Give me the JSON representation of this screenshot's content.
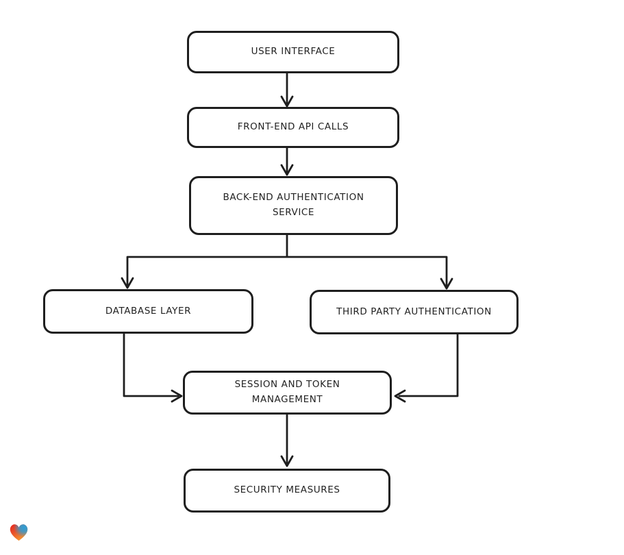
{
  "diagram": {
    "type": "flowchart",
    "nodes": {
      "user_interface": {
        "label": "USER INTERFACE"
      },
      "front_end_api_calls": {
        "label": "FRONT-END API CALLS"
      },
      "back_end_authentication_service": {
        "label": "BACK-END AUTHENTICATION SERVICE"
      },
      "database_layer": {
        "label": "DATABASE LAYER"
      },
      "third_party_authentication": {
        "label": "THIRD PARTY AUTHENTICATION"
      },
      "session_and_token_management": {
        "label": "SESSION AND TOKEN MANAGEMENT"
      },
      "security_measures": {
        "label": "SECURITY MEASURES"
      }
    },
    "edges": [
      {
        "from": "USER INTERFACE",
        "to": "FRONT-END API CALLS"
      },
      {
        "from": "FRONT-END API CALLS",
        "to": "BACK-END AUTHENTICATION SERVICE"
      },
      {
        "from": "BACK-END AUTHENTICATION SERVICE",
        "to": "DATABASE LAYER"
      },
      {
        "from": "BACK-END AUTHENTICATION SERVICE",
        "to": "THIRD PARTY AUTHENTICATION"
      },
      {
        "from": "DATABASE LAYER",
        "to": "SESSION AND TOKEN MANAGEMENT"
      },
      {
        "from": "THIRD PARTY AUTHENTICATION",
        "to": "SESSION AND TOKEN MANAGEMENT"
      },
      {
        "from": "SESSION AND TOKEN MANAGEMENT",
        "to": "SECURITY MEASURES"
      }
    ],
    "colors": {
      "stroke": "#1e1e1e",
      "node_fill": "#ffffff",
      "background": "#ffffff",
      "logo_heart_red": "#e8251d",
      "logo_heart_blue": "#2b9fd8",
      "logo_heart_orange": "#f79c31"
    },
    "logo": {
      "name": "gradient-heart-logo"
    }
  }
}
